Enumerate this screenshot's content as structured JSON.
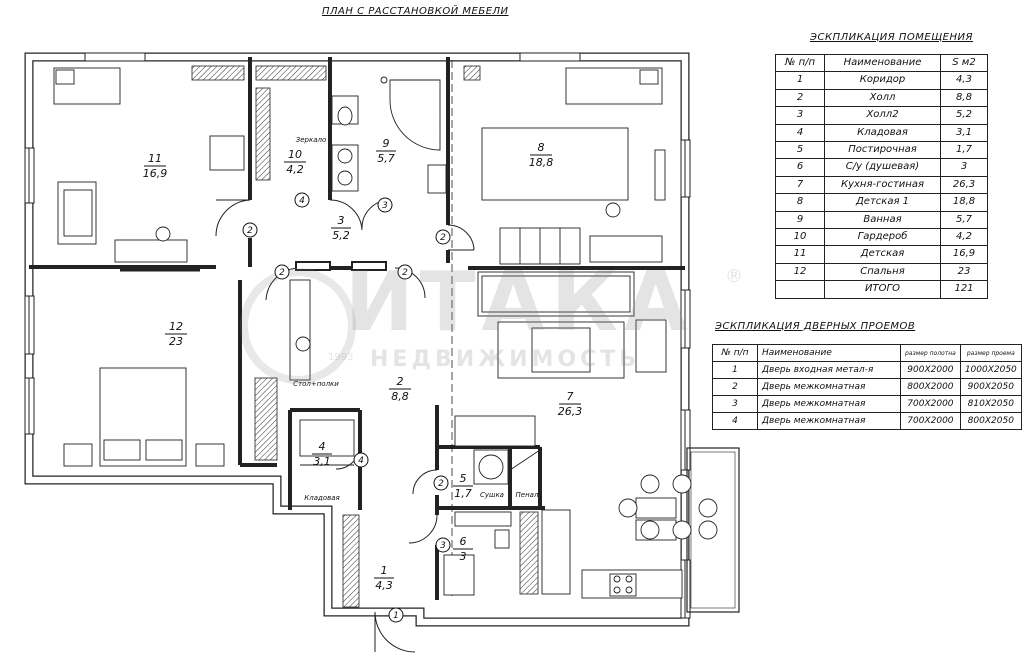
{
  "plan_title": "ПЛАН С РАССТАНОВКОЙ МЕБЕЛИ",
  "rooms_table": {
    "title": "ЭСКПЛИКАЦИЯ ПОМЕЩЕНИЯ",
    "headers": [
      "№ п/п",
      "Наименование",
      "S м2"
    ],
    "rows": [
      [
        "1",
        "Коридор",
        "4,3"
      ],
      [
        "2",
        "Холл",
        "8,8"
      ],
      [
        "3",
        "Холл2",
        "5,2"
      ],
      [
        "4",
        "Кладовая",
        "3,1"
      ],
      [
        "5",
        "Постирочная",
        "1,7"
      ],
      [
        "6",
        "С/у (душевая)",
        "3"
      ],
      [
        "7",
        "Кухня-гостиная",
        "26,3"
      ],
      [
        "8",
        "Детская 1",
        "18,8"
      ],
      [
        "9",
        "Ванная",
        "5,7"
      ],
      [
        "10",
        "Гардероб",
        "4,2"
      ],
      [
        "11",
        "Детская",
        "16,9"
      ],
      [
        "12",
        "Спальня",
        "23"
      ],
      [
        "",
        "ИТОГО",
        "121"
      ]
    ]
  },
  "doors_table": {
    "title": "ЭСКПЛИКАЦИЯ ДВЕРНЫХ ПРОЕМОВ",
    "headers": [
      "№ п/п",
      "Наименование",
      "размер полотна",
      "размер проема"
    ],
    "rows": [
      [
        "1",
        "Дверь входная метал-я",
        "900Х2000",
        "1000Х2050"
      ],
      [
        "2",
        "Дверь межкомнатная",
        "800Х2000",
        "900Х2050"
      ],
      [
        "3",
        "Дверь межкомнатная",
        "700Х2000",
        "810Х2050"
      ],
      [
        "4",
        "Дверь межкомнатная",
        "700Х2000",
        "800Х2050"
      ]
    ]
  },
  "room_labels": [
    {
      "num": "11",
      "area": "16,9"
    },
    {
      "num": "10",
      "area": "4,2"
    },
    {
      "num": "9",
      "area": "5,7"
    },
    {
      "num": "8",
      "area": "18,8"
    },
    {
      "num": "3",
      "area": "5,2"
    },
    {
      "num": "12",
      "area": "23"
    },
    {
      "num": "2",
      "area": "8,8"
    },
    {
      "num": "7",
      "area": "26,3"
    },
    {
      "num": "4",
      "area": "3,1"
    },
    {
      "num": "5",
      "area": "1,7"
    },
    {
      "num": "6",
      "area": "3"
    },
    {
      "num": "1",
      "area": "4,3"
    }
  ],
  "annotations": {
    "mirror": "Зеркало",
    "table_shelves": "Стол+полки",
    "storage": "Кладовая",
    "dryer": "Сушка",
    "cabinet": "Пенал"
  },
  "door_markers": [
    "1",
    "2",
    "2",
    "2",
    "2",
    "2",
    "2",
    "3",
    "3",
    "3",
    "4",
    "4"
  ],
  "watermark": {
    "brand": "ИТАКА",
    "registered": "®",
    "subtitle": "НЕДВИЖИМОСТЬ",
    "year": "1993"
  }
}
